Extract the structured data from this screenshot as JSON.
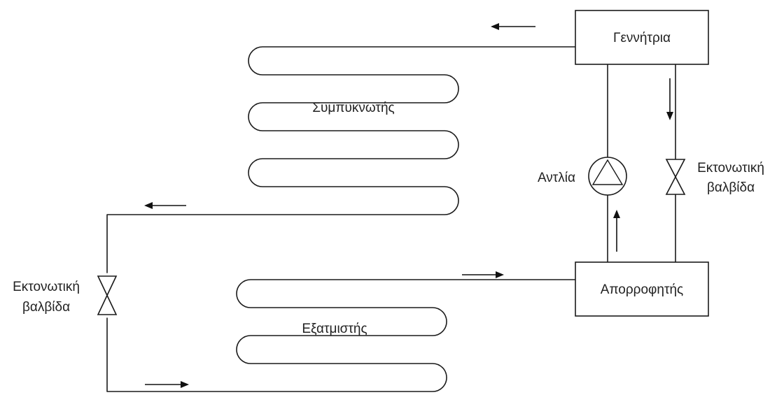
{
  "labels": {
    "generator": "Γεννήτρια",
    "condenser": "Συμπυκνωτής",
    "pump": "Αντλία",
    "expansion_valve_right_line1": "Εκτονωτική",
    "expansion_valve_right_line2": "βαλβίδα",
    "expansion_valve_left_line1": "Εκτονωτική",
    "expansion_valve_left_line2": "βαλβίδα",
    "absorber": "Απορροφητής",
    "evaporator": "Εξατμιστής"
  }
}
